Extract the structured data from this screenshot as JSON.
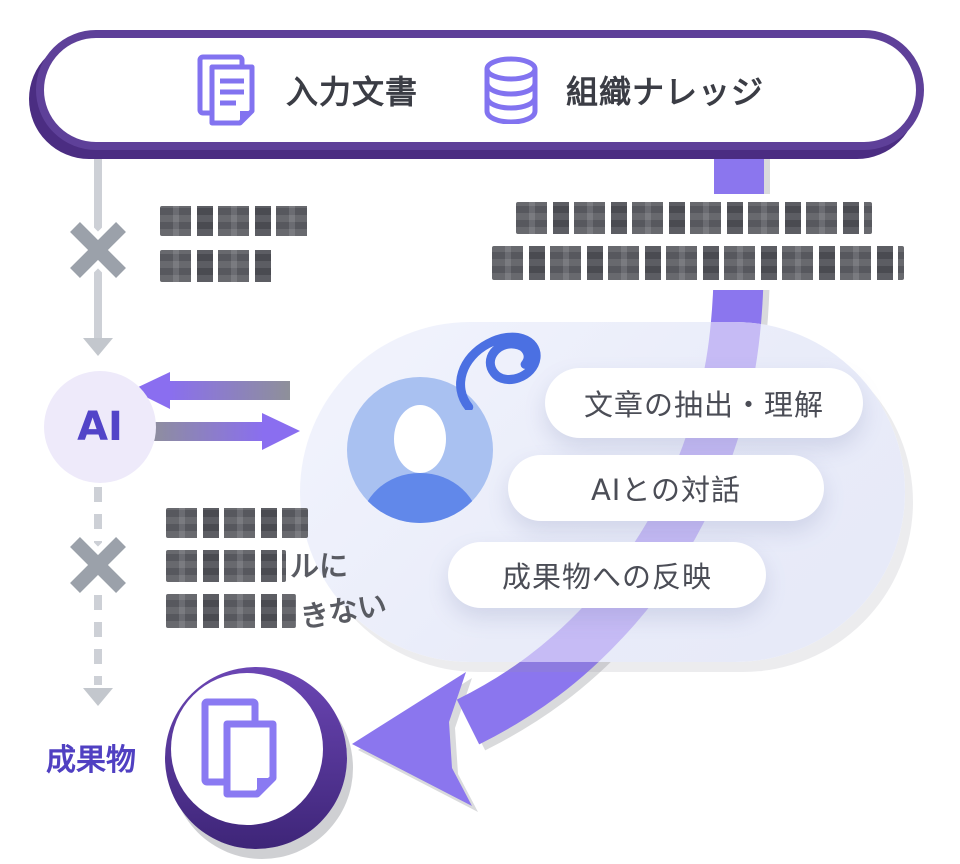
{
  "header_pill": {
    "input_documents_label": "入力文書",
    "org_knowledge_label": "組織ナレッジ"
  },
  "left_flow": {
    "ai_label": "AI",
    "deliverable_label": "成果物",
    "note_after_sources": {
      "redacted": true,
      "lines": 2
    },
    "note_after_ai": {
      "redacted": true,
      "lines": 3,
      "visible_fragment_line2": "ルに",
      "visible_fragment_line3": "きない"
    }
  },
  "top_right_note": {
    "redacted": true,
    "lines": 2
  },
  "work_area": {
    "tasks": [
      "文章の抽出・理解",
      "AIとの対話",
      "成果物への反映"
    ]
  },
  "colors": {
    "accent_band": "#8b76ee",
    "band_light": "#c6bbf5",
    "pill_border": "#5e4099",
    "pill_border_shadow": "#4b2d82",
    "icon_purple": "#8273f0",
    "ai_text": "#5244c8",
    "deliverable_text": "#5040c2",
    "avatar_blue": "#6188ea",
    "avatar_light_blue": "#a9c1f1",
    "scribble_blue": "#4b70e2",
    "gray_line": "#cdd0d6",
    "x_mark_gray": "#9ba1aa",
    "task_text": "#4b4d56",
    "ring_gradient_top": "#6b46b4",
    "ring_gradient_bottom": "#3e2578"
  }
}
